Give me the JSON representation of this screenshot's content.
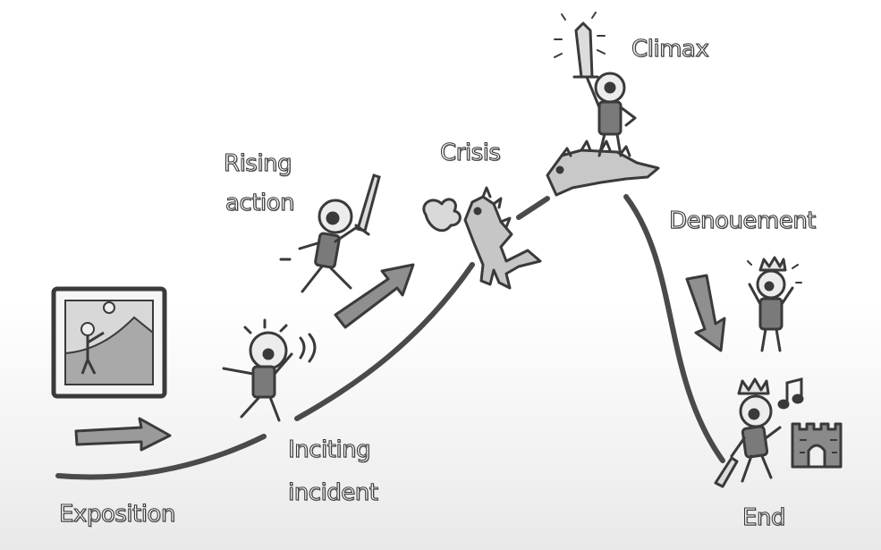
{
  "labels": {
    "exposition": "Exposition",
    "inciting_line1": "Inciting",
    "inciting_line2": "incident",
    "rising_line1": "Rising",
    "rising_line2": "action",
    "crisis": "Crisis",
    "climax": "Climax",
    "denouement": "Denouement",
    "end": "End"
  },
  "colors": {
    "curve": "#4a4a4a",
    "outline": "#3a3a3a",
    "fill_light": "#e2e2e2",
    "fill_mid": "#bdbdbd",
    "fill_dark": "#5a5a5a"
  },
  "icons": [
    "photo-frame-icon",
    "right-arrow-icon",
    "worried-person-icon",
    "sword-runner-icon",
    "up-arrow-icon",
    "dragon-icon",
    "hero-on-dragon-icon",
    "down-arrow-icon",
    "crowned-person-icon",
    "king-with-sword-icon",
    "castle-icon",
    "music-note-icon"
  ]
}
